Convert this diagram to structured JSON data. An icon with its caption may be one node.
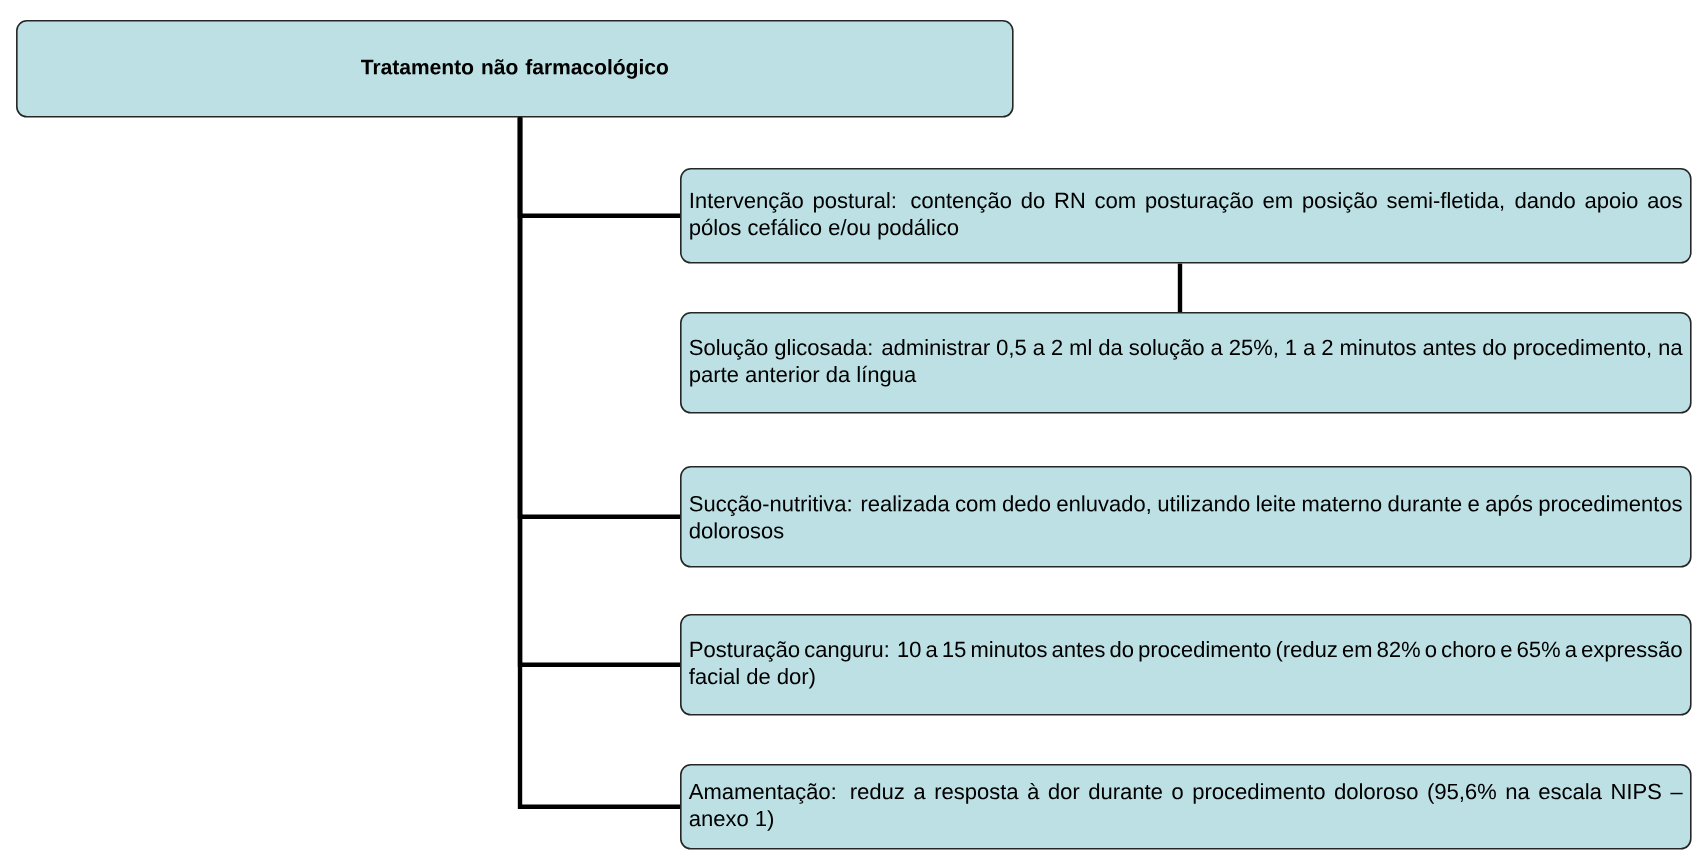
{
  "diagram": {
    "nodes": [
      {
        "text": [
          "Tratamento não farmacológico"
        ]
      },
      {
        "text": [
          "Intervenção postural: contenção do RN com posturação em posição semi-fletida, dando apoio aos pólos cefálico e/ou podálico"
        ]
      },
      {
        "text": [
          "Solução glicosada: administrar 0,5 a 2 ml da solução a 25%, 1 a 2 minutos antes do procedimento, na parte anterior da língua"
        ]
      },
      {
        "text": [
          "Sucção-nutritiva: realizada com dedo enluvado, utilizando leite materno durante e após procedimentos dolorosos"
        ]
      },
      {
        "text": [
          "Posturação canguru: 10 a 15 minutos antes do procedimento (reduz em 82% o choro e 65% a expressão facial de dor)"
        ]
      },
      {
        "text": [
          "Amamentação: reduz a resposta à dor durante o procedimento doloroso (95,6% na escala NIPS – anexo 1)"
        ]
      }
    ],
    "edges": [
      {
        "from": 0,
        "to": 1,
        "arrow": "none"
      },
      {
        "from": 1,
        "to": 2,
        "arrow": "none"
      },
      {
        "from": 0,
        "to": 3,
        "arrow": "none"
      },
      {
        "from": 0,
        "to": 4,
        "arrow": "none"
      },
      {
        "from": 0,
        "to": 5,
        "arrow": "none"
      }
    ]
  }
}
